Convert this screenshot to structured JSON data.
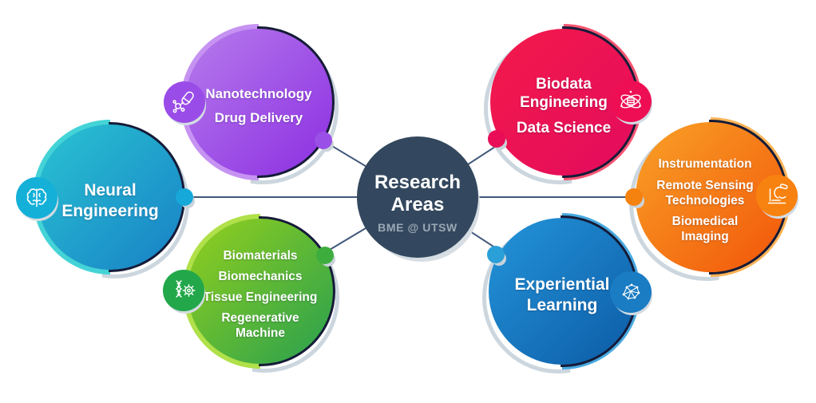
{
  "center": {
    "title": "Research Areas",
    "subtitle": "BME @ UTSW"
  },
  "bubbles": {
    "neural_engineering": {
      "items": [
        "Neural Engineering"
      ],
      "icon": "brain-icon",
      "accent": "#14b0d8",
      "gradient": [
        "#29c4d2",
        "#1880c6"
      ]
    },
    "nanotechnology": {
      "items": [
        "Nanotechnology",
        "Drug Delivery"
      ],
      "icon": "nanotech-capsule-icon",
      "accent": "#9a4ce8",
      "gradient": [
        "#b67cec",
        "#8c2ee2"
      ]
    },
    "biodata": {
      "items": [
        "Biodata Engineering",
        "Data Science"
      ],
      "icon": "atom-database-icon",
      "accent": "#ee0e54",
      "gradient": [
        "#f41a4b",
        "#e30b5d"
      ]
    },
    "instrumentation": {
      "items": [
        "Instrumentation",
        "Remote Sensing Technologies",
        "Biomedical Imaging"
      ],
      "icon": "microscope-icon",
      "accent": "#f8820f",
      "gradient": [
        "#f9a127",
        "#f25509"
      ]
    },
    "experiential": {
      "items": [
        "Experiential Learning"
      ],
      "icon": "neural-network-icon",
      "accent": "#1a7cc2",
      "gradient": [
        "#2495da",
        "#0c5ba5"
      ]
    },
    "biomaterials": {
      "items": [
        "Biomaterials",
        "Biomechanics",
        "Tissue Engineering",
        "Regenerative Machine"
      ],
      "icon": "dna-gear-icon",
      "accent": "#22a74a",
      "gradient": [
        "#94d01d",
        "#27a04f"
      ]
    }
  },
  "colors": {
    "center_circle": "#33485e",
    "dark_ring": "#151b38",
    "connector_line": "#40587a",
    "subtitle_text": "#9aa8b6",
    "background": "#ffffff"
  }
}
